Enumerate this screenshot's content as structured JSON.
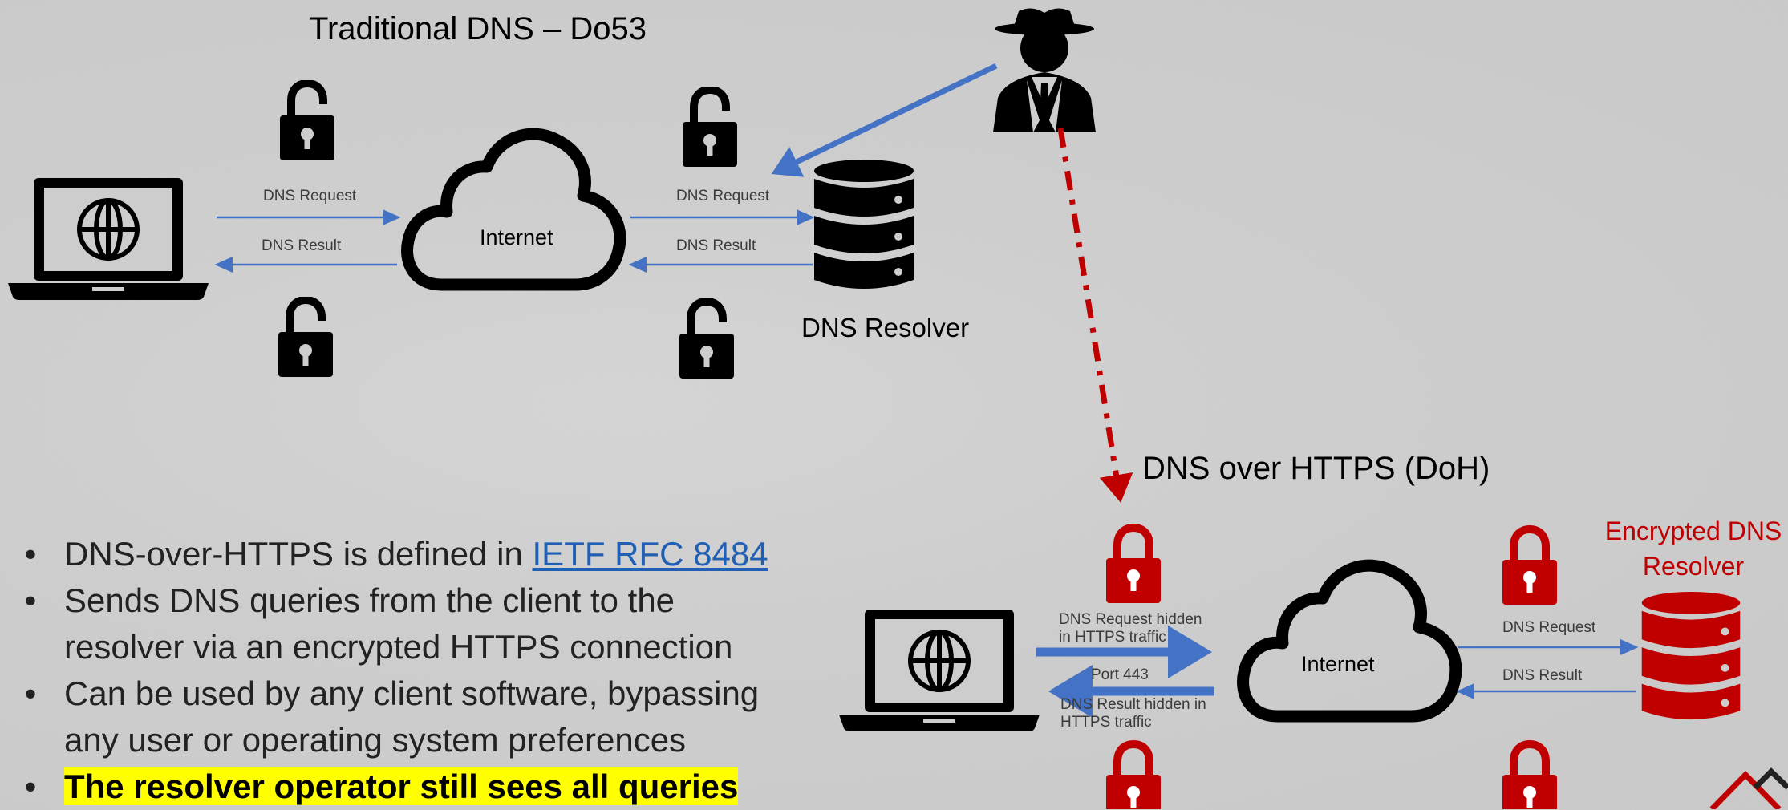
{
  "top_section": {
    "title": "Traditional DNS – Do53",
    "internet_label": "Internet",
    "resolver_label": "DNS Resolver",
    "client_request_label": "DNS Request",
    "client_result_label": "DNS Result",
    "resolver_request_label": "DNS Request",
    "resolver_result_label": "DNS Result"
  },
  "bottom_section": {
    "title": "DNS over HTTPS (DoH)",
    "internet_label": "Internet",
    "resolver_label_line1": "Encrypted DNS",
    "resolver_label_line2": "Resolver",
    "client_request_line1": "DNS Request hidden",
    "client_request_line2": "in HTTPS traffic",
    "port_label": "Port 443",
    "client_result_line1": "DNS Result hidden in",
    "client_result_line2": "HTTPS traffic",
    "resolver_request_label": "DNS Request",
    "resolver_result_label": "DNS Result"
  },
  "bullets": {
    "b1_text": "DNS-over-HTTPS is defined in ",
    "b1_link": "IETF RFC 8484",
    "b2_line1": "Sends DNS queries from the client to the",
    "b2_line2": "resolver via an encrypted HTTPS connection",
    "b3_line1": "Can be used by any client software, bypassing",
    "b3_line2": "any user or operating system preferences",
    "b4_text": "The resolver operator still sees all queries",
    "marker": "•"
  },
  "colors": {
    "arrow_blue": "#4472c4",
    "red": "#c00000",
    "black": "#000000",
    "highlight": "#ffff00",
    "link": "#1f5fb4"
  }
}
